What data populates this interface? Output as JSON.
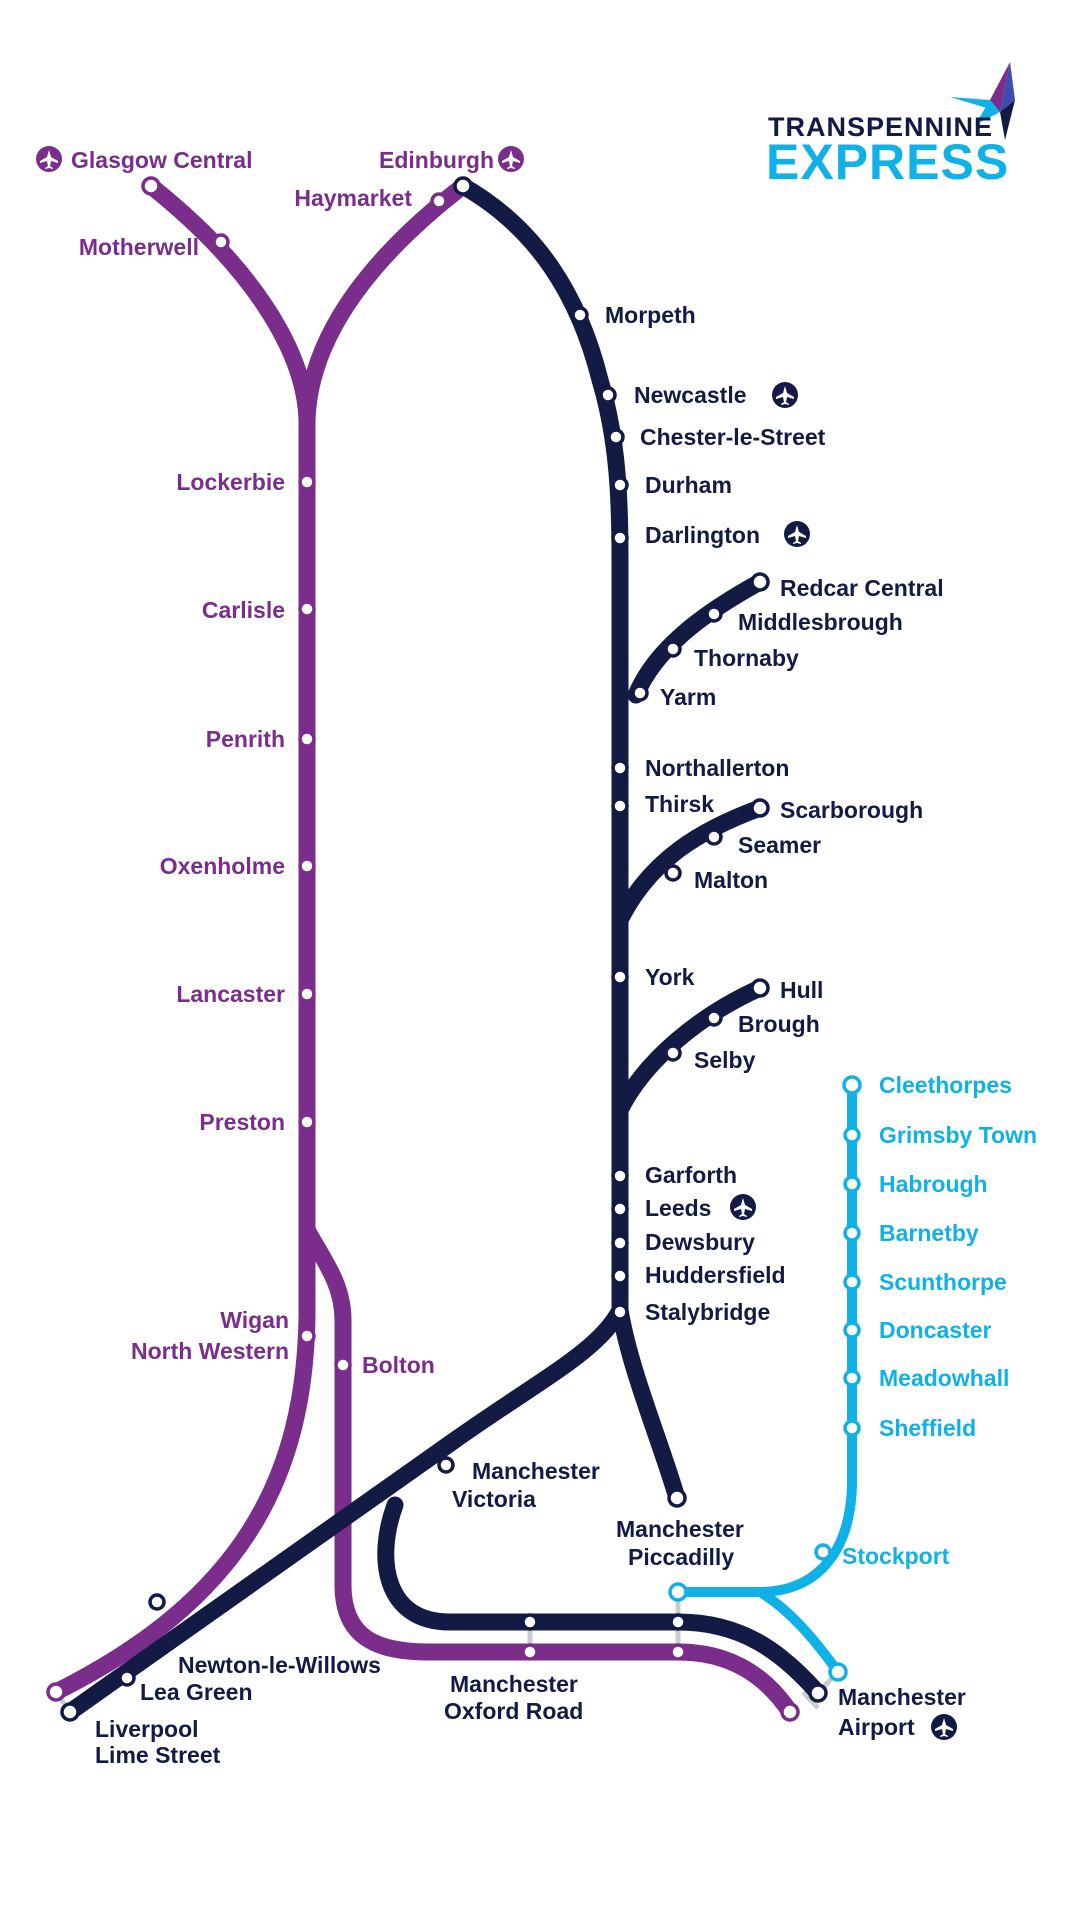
{
  "brand": {
    "line1": "TRANSPENNINE",
    "line2": "EXPRESS",
    "star_colors": [
      "#0fb1e6",
      "#131a44",
      "#7b2d8b",
      "#3b4fb0"
    ]
  },
  "colors": {
    "purple": "#7b2d8b",
    "navy": "#131a44",
    "cyan": "#0fb1e6",
    "connector": "#c9ccd3"
  },
  "icons": {
    "airport": "airport-plane-icon"
  },
  "stations": {
    "glasgow_central": "Glasgow Central",
    "edinburgh": "Edinburgh",
    "haymarket": "Haymarket",
    "motherwell": "Motherwell",
    "lockerbie": "Lockerbie",
    "carlisle": "Carlisle",
    "penrith": "Penrith",
    "oxenholme": "Oxenholme",
    "lancaster": "Lancaster",
    "preston": "Preston",
    "wigan_1": "Wigan",
    "wigan_2": "North Western",
    "bolton": "Bolton",
    "morpeth": "Morpeth",
    "newcastle": "Newcastle",
    "chester_le_street": "Chester-le-Street",
    "durham": "Durham",
    "darlington": "Darlington",
    "redcar_central": "Redcar Central",
    "middlesbrough": "Middlesbrough",
    "thornaby": "Thornaby",
    "yarm": "Yarm",
    "northallerton": "Northallerton",
    "thirsk": "Thirsk",
    "scarborough": "Scarborough",
    "seamer": "Seamer",
    "malton": "Malton",
    "york": "York",
    "hull": "Hull",
    "brough": "Brough",
    "selby": "Selby",
    "garforth": "Garforth",
    "leeds": "Leeds",
    "dewsbury": "Dewsbury",
    "huddersfield": "Huddersfield",
    "stalybridge": "Stalybridge",
    "manchester_victoria_1": "Manchester",
    "manchester_victoria_2": "Victoria",
    "manchester_piccadilly_1": "Manchester",
    "manchester_piccadilly_2": "Piccadilly",
    "manchester_oxford_road_1": "Manchester",
    "manchester_oxford_road_2": "Oxford Road",
    "manchester_airport_1": "Manchester",
    "manchester_airport_2": "Airport",
    "newton_le_willows": "Newton-le-Willows",
    "lea_green": "Lea Green",
    "liverpool_lime_street_1": "Liverpool",
    "liverpool_lime_street_2": "Lime Street",
    "cleethorpes": "Cleethorpes",
    "grimsby_town": "Grimsby Town",
    "habrough": "Habrough",
    "barnetby": "Barnetby",
    "scunthorpe": "Scunthorpe",
    "doncaster": "Doncaster",
    "meadowhall": "Meadowhall",
    "sheffield": "Sheffield",
    "stockport": "Stockport"
  }
}
